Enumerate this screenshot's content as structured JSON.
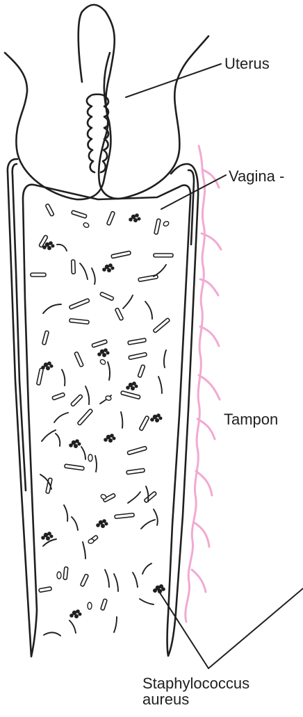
{
  "labels": {
    "uterus": "Uterus",
    "vagina": "Vagina -",
    "tampon": "Tampon",
    "staph_line1": "Staphylococcus",
    "staph_line2": "aureus"
  },
  "colors": {
    "ink": "#1f1f1f",
    "tampon_pink": "#f2a9d2",
    "bacteria_fill": "#ffffff"
  }
}
